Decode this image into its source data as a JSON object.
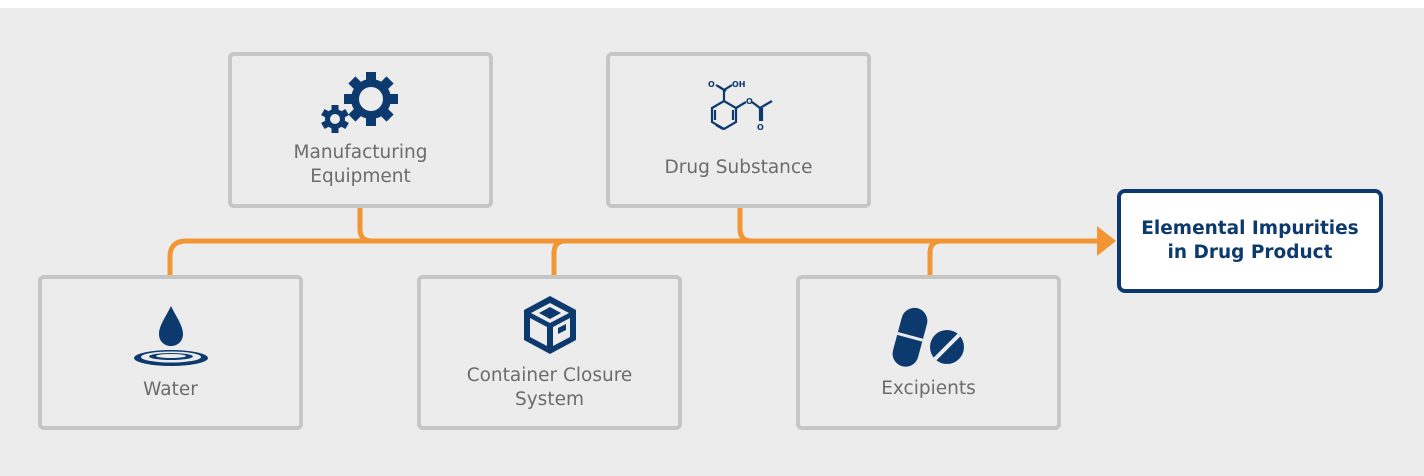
{
  "diagram": {
    "colors": {
      "background": "#ececec",
      "box_border": "#c6c6c6",
      "connector": "#f29634",
      "icon": "#0d3a6e",
      "text": "#6c6c6c",
      "target_border": "#0d3a6e"
    },
    "sources": {
      "manufacturing_equipment": {
        "label": "Manufacturing\nEquipment",
        "icon": "gears-icon"
      },
      "drug_substance": {
        "label": "Drug Substance",
        "icon": "molecule-icon",
        "formula_labels": {
          "oh": "OH",
          "o_top": "O",
          "o_ester": "O",
          "o_bottom": "O"
        }
      },
      "water": {
        "label": "Water",
        "icon": "water-drop-icon"
      },
      "container_closure_system": {
        "label": "Container Closure\nSystem",
        "icon": "box-icon"
      },
      "excipients": {
        "label": "Excipients",
        "icon": "pills-icon"
      }
    },
    "target": {
      "label": "Elemental Impurities\nin Drug Product"
    }
  }
}
